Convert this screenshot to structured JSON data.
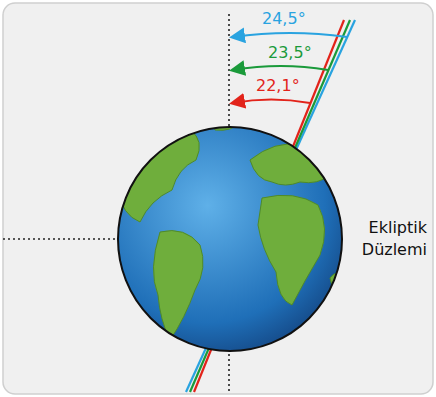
{
  "diagram": {
    "labels": [
      "24,5°",
      "23,5°",
      "22,1°",
      "Ekliptik Düzlemi"
    ]
  }
}
